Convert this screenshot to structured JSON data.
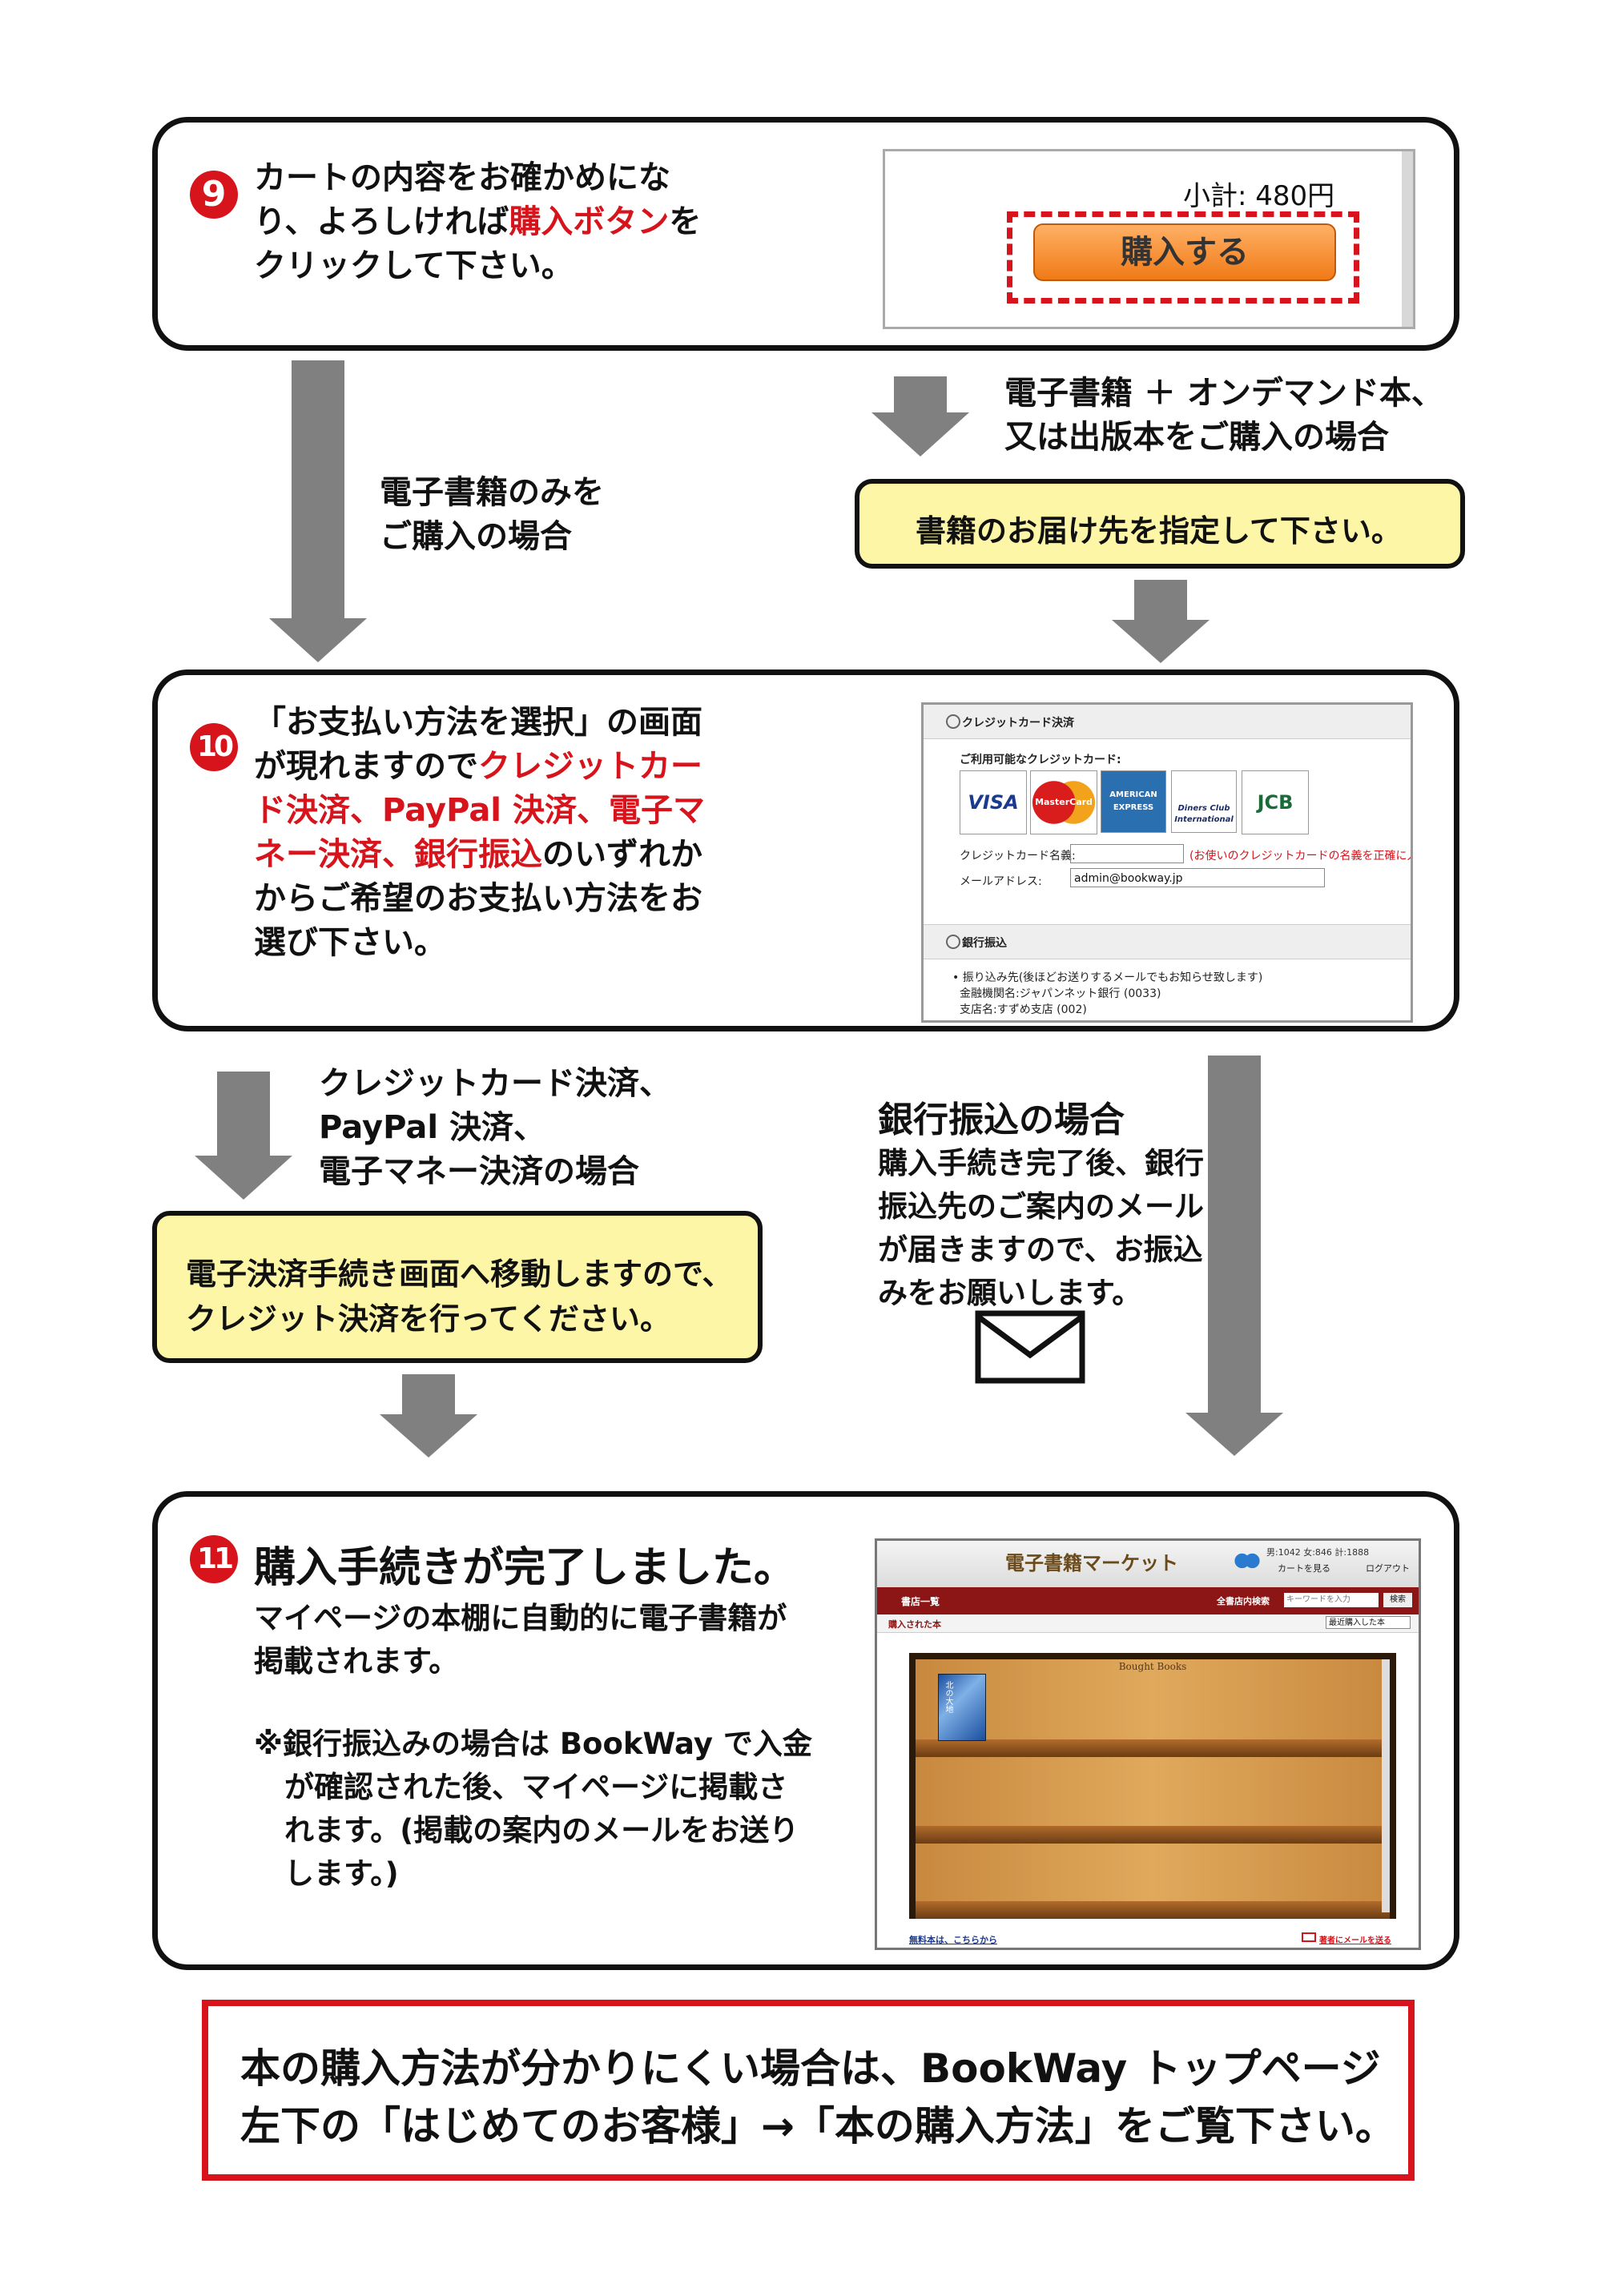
{
  "step9": {
    "number": "9",
    "line1": "カートの内容をお確かめにな",
    "line2_pre": "り、よろしければ",
    "line2_red": "購入ボタン",
    "line2_post": "を",
    "line3": "クリックして下さい。",
    "shot_subtotal": "小計: 480円",
    "shot_button": "購入する"
  },
  "branch_top": {
    "left_label_1": "電子書籍のみを",
    "left_label_2": "ご購入の場合",
    "right_label_1": "電子書籍 ＋ オンデマンド本、",
    "right_label_2": "又は出版本をご購入の場合",
    "right_box": "書籍のお届け先を指定して下さい。"
  },
  "step10": {
    "number": "10",
    "l1": "「お支払い方法を選択」の画面",
    "l2_pre": "が現れますので",
    "l2_red": "クレジットカー",
    "l3_red": "ド決済、PayPal 決済、電子マ",
    "l4_red": "ネー決済、銀行振込",
    "l4_post": "のいずれか",
    "l5": "からご希望のお支払い方法をお",
    "l6": "選び下さい。",
    "shot": {
      "credit_title": "クレジットカード決済",
      "available": "ご利用可能なクレジットカード:",
      "cards": [
        "VISA",
        "MasterCard",
        "AMERICAN EXPRESS",
        "Diners Club International",
        "JCB"
      ],
      "name_label": "クレジットカード名義:",
      "name_note": "(お使いのクレジットカードの名義を正確に入力",
      "mail_label": "メールアドレス:",
      "mail_value": "admin@bookway.jp",
      "bank_title": "銀行振込",
      "bank_1": "• 振り込み先(後ほどお送りするメールでもお知らせ致します)",
      "bank_2": "金融機関名:ジャパンネット銀行 (0033)",
      "bank_3": "支店名:すずめ支店 (002)"
    }
  },
  "branch_mid": {
    "left_1": "クレジットカード決済、",
    "left_2": "PayPal 決済、",
    "left_3": "電子マネー決済の場合",
    "left_box_1": "電子決済手続き画面へ移動しますので、",
    "left_box_2": "クレジット決済を行ってください。",
    "right_title": "銀行振込の場合",
    "right_1": "購入手続き完了後、銀行",
    "right_2": "振込先のご案内のメール",
    "right_3": "が届きますので、お振込",
    "right_4": "みをお願いします。"
  },
  "step11": {
    "number": "11",
    "title": "購入手続きが完了しました。",
    "d1": "マイページの本棚に自動的に電子書籍が",
    "d2": "掲載されます。",
    "n1": "※銀行振込みの場合は BookWay で入金",
    "n2": "が確認された後、マイページに掲載さ",
    "n3": "れます。(掲載の案内のメールをお送り",
    "n4": "します。)",
    "shot": {
      "market": "電子書籍マーケット",
      "stats": "男:1042 女:846 計:1888",
      "cart": "カートを見る",
      "logout": "ログアウト",
      "nav_left": "書店一覧",
      "nav_search": "全書店内検索",
      "search_placeholder": "キーワードを入力",
      "search_btn": "検索",
      "bought_label": "購入された本",
      "sort": "最近購入した本",
      "shelf_title": "Bought Books",
      "book_title": "北の大地",
      "free_link": "無料本は、こちらから",
      "mail_link": "著者にメールを送る"
    }
  },
  "footer": {
    "line1": "本の購入方法が分かりにくい場合は、BookWay トップページ",
    "line2": "左下の「はじめてのお客様」→「本の購入方法」をご覧下さい。"
  }
}
